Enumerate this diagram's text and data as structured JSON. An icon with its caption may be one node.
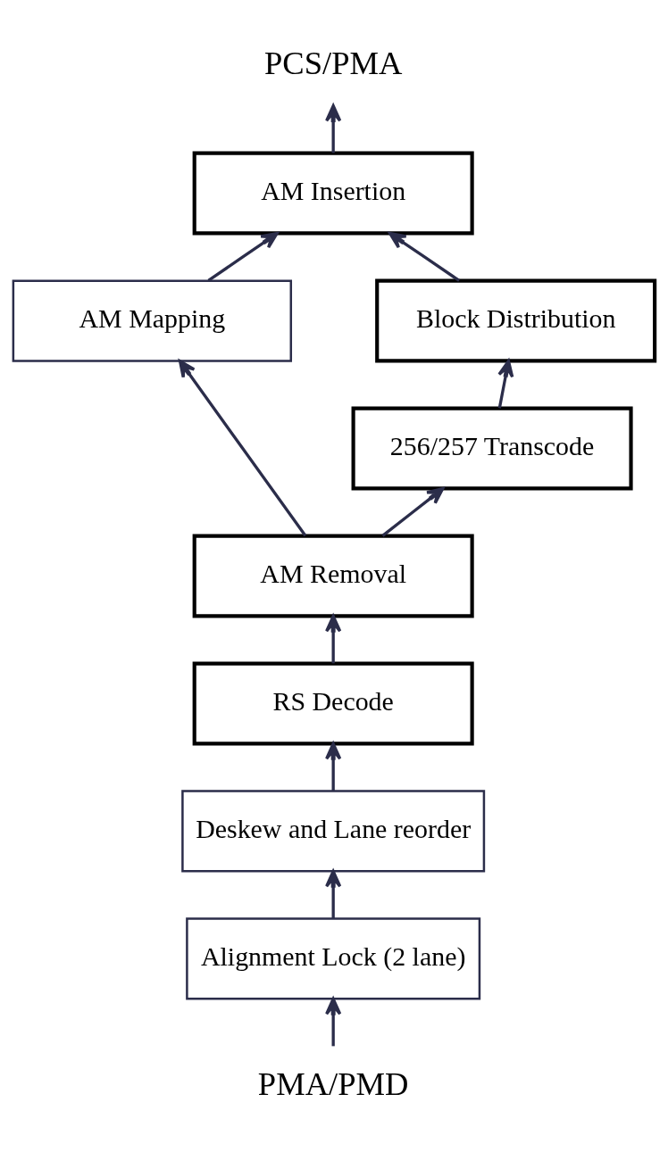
{
  "diagram": {
    "nodes": [
      {
        "text": [
          "PCS/PMA"
        ]
      },
      {
        "text": [
          "AM Insertion"
        ]
      },
      {
        "text": [
          "Block Distribution"
        ]
      },
      {
        "text": [
          "AM Mapping"
        ]
      },
      {
        "text": [
          "256/257 Transcode"
        ]
      },
      {
        "text": [
          "AM Removal"
        ]
      },
      {
        "text": [
          "RS Decode"
        ]
      },
      {
        "text": [
          "Deskew and Lane reorder"
        ]
      },
      {
        "text": [
          "Alignment Lock (2 lane)"
        ]
      },
      {
        "text": [
          "PMA/PMD"
        ]
      }
    ],
    "edges": [
      {
        "from": 9,
        "to": 8,
        "arrow": "to"
      },
      {
        "from": 8,
        "to": 7,
        "arrow": "to"
      },
      {
        "from": 7,
        "to": 6,
        "arrow": "to"
      },
      {
        "from": 6,
        "to": 5,
        "arrow": "to"
      },
      {
        "from": 5,
        "to": 4,
        "arrow": "to"
      },
      {
        "from": 4,
        "to": 2,
        "arrow": "to"
      },
      {
        "from": 2,
        "to": 1,
        "arrow": "to"
      },
      {
        "from": 1,
        "to": 0,
        "arrow": "to"
      },
      {
        "from": 5,
        "to": 3,
        "arrow": "to"
      },
      {
        "from": 3,
        "to": 1,
        "arrow": "to"
      }
    ]
  }
}
